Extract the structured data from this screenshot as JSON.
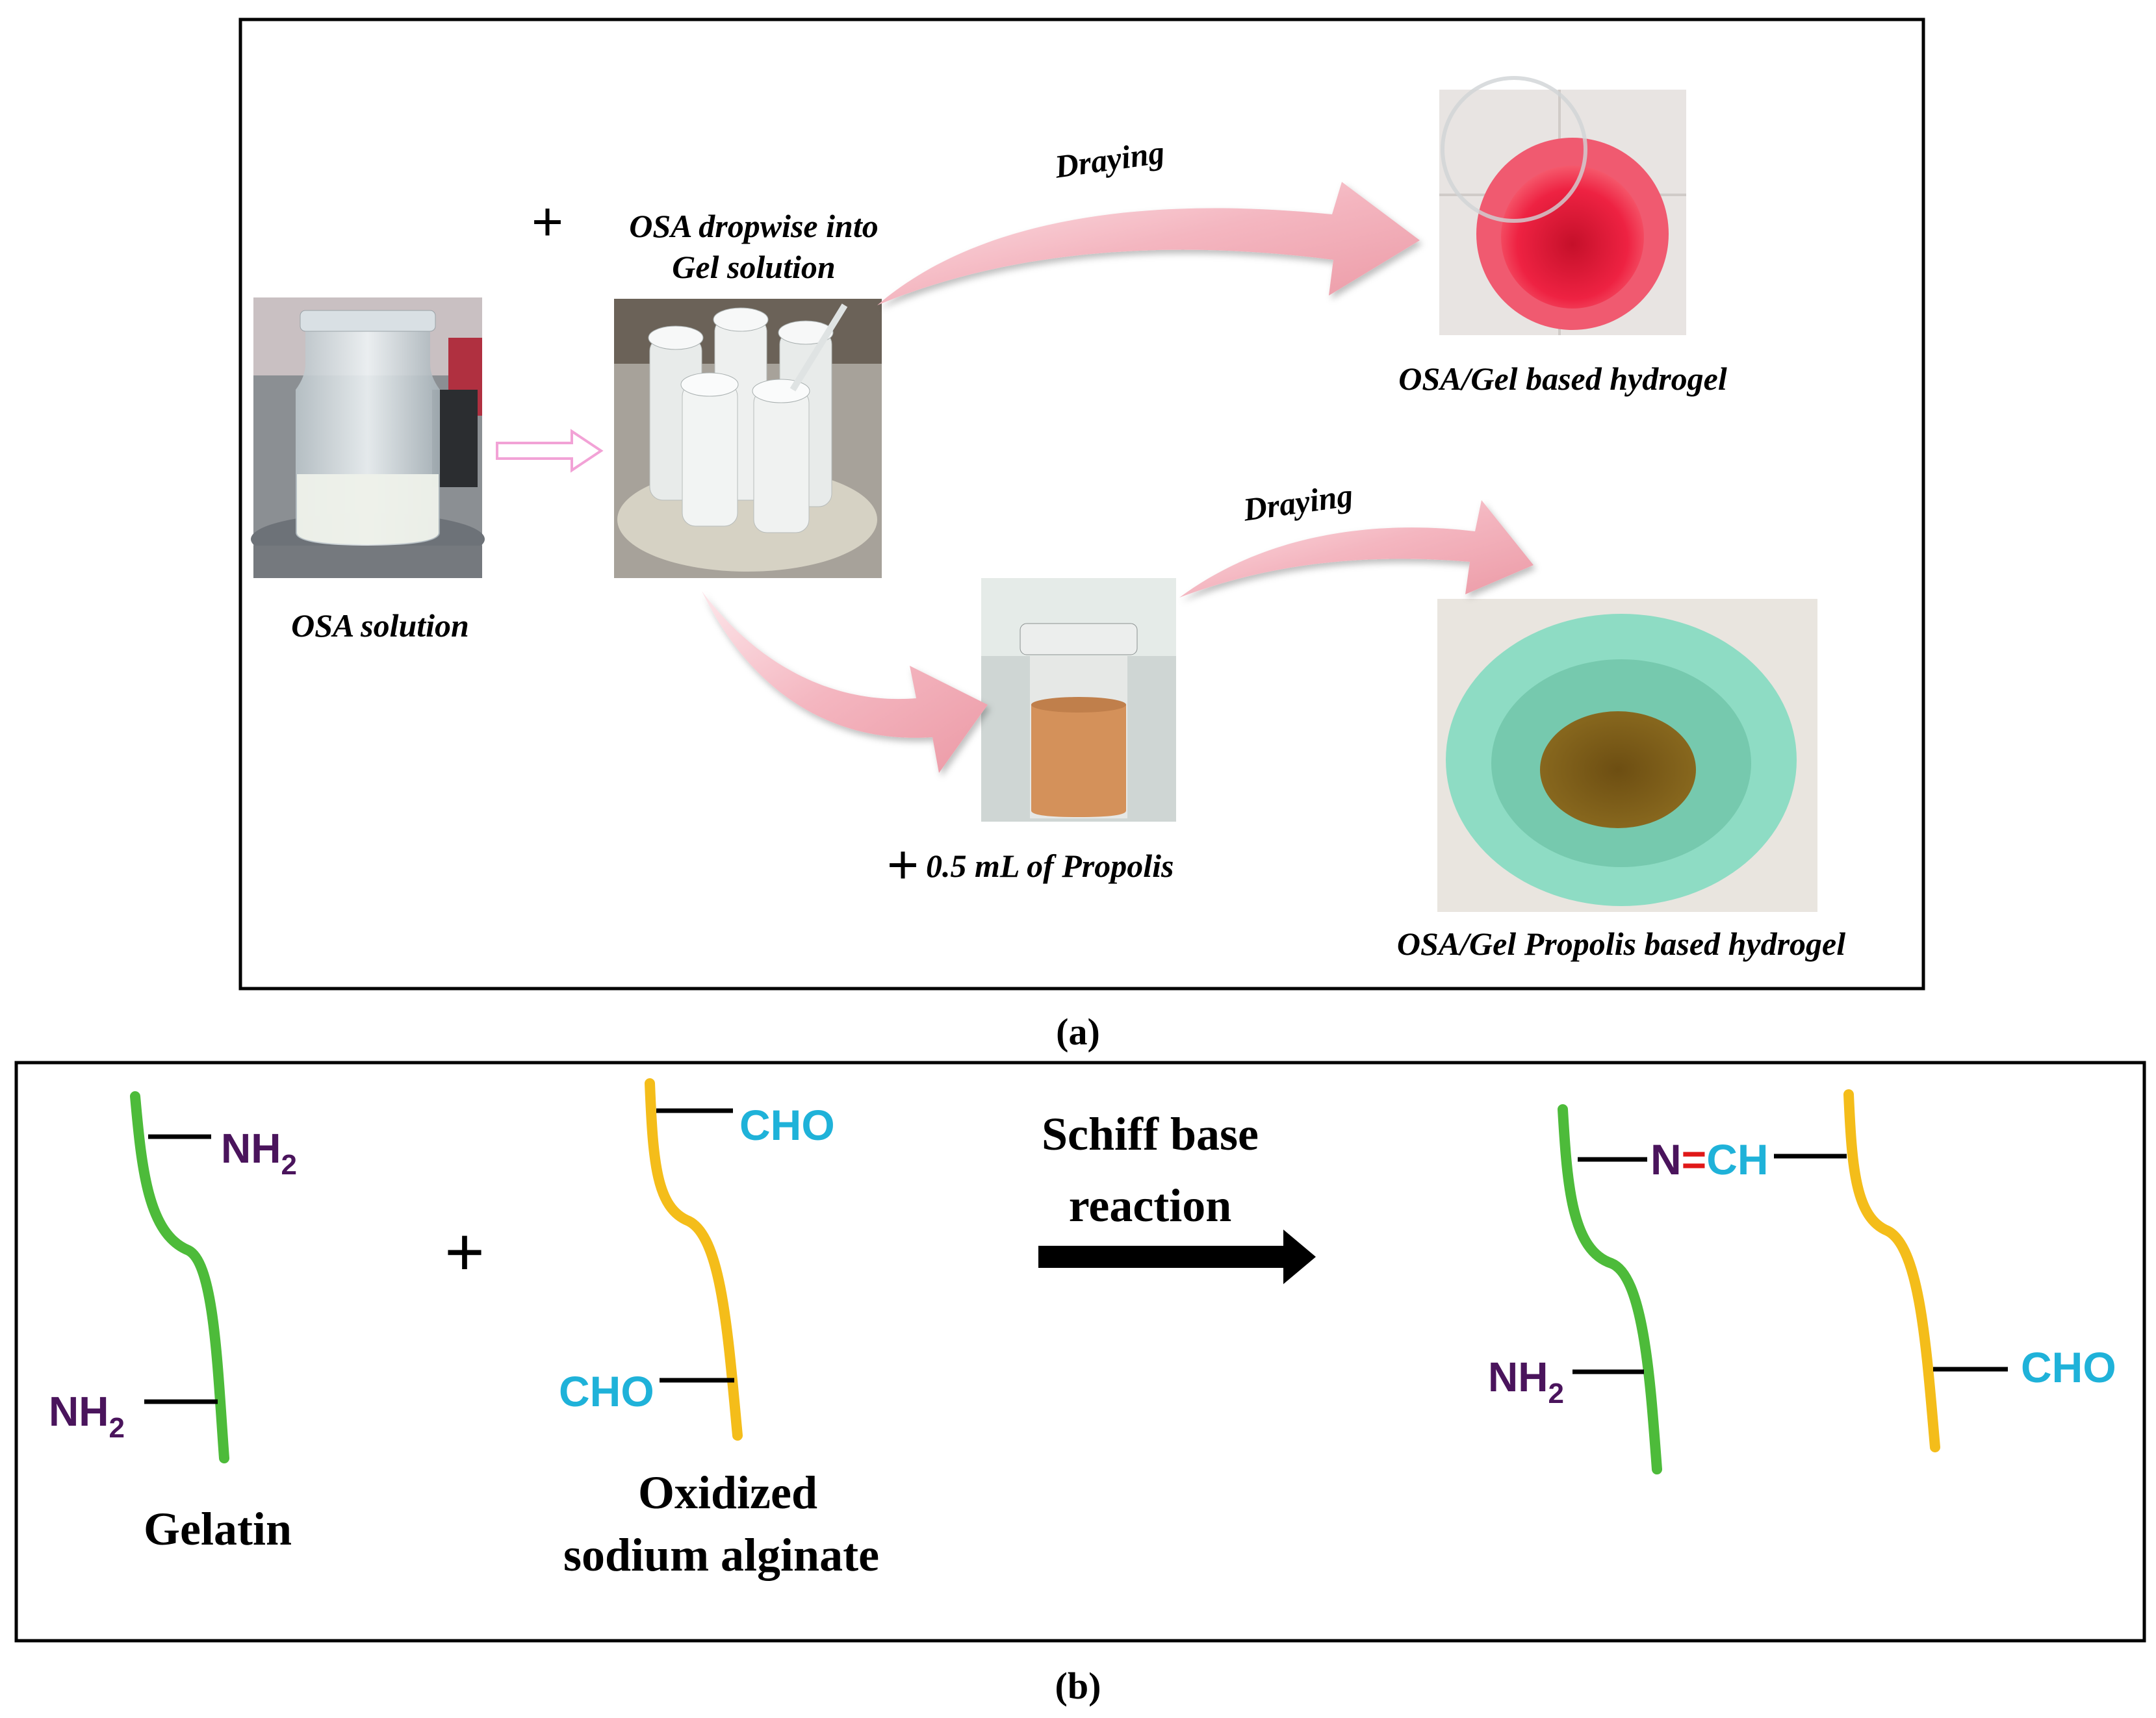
{
  "panel_a": {
    "label": "(a)",
    "osa_solution_caption": "OSA solution",
    "plus_dropwise": "+",
    "dropwise_caption_line1": "OSA dropwise into",
    "dropwise_caption_line2": "Gel solution",
    "drying_top": "Draying",
    "drying_bottom": "Draying",
    "hydrogel_top_caption": "OSA/Gel based hydrogel",
    "plus_propolis": "+",
    "propolis_caption": "0.5 mL of Propolis",
    "hydrogel_bottom_caption": "OSA/Gel Propolis based hydrogel"
  },
  "panel_b": {
    "label": "(b)",
    "gelatin_caption": "Gelatin",
    "osa_caption_line1": "Oxidized",
    "osa_caption_line2": "sodium alginate",
    "plus": "+",
    "reaction_line1": "Schiff base",
    "reaction_line2": "reaction",
    "nh": "NH",
    "sub2": "2",
    "cho": "CHO",
    "imine_n": "N",
    "imine_eq": "=",
    "imine_ch": "CH"
  },
  "colors": {
    "gelatin_chain": "#4dbb3a",
    "alginate_chain": "#f4bd1a",
    "amine_text": "#4a145c",
    "aldehyde_text": "#1fb2d9",
    "double_bond": "#e01818",
    "arrow_pink": "#f2a8b0",
    "outline_arrow": "#f2a2d6"
  }
}
